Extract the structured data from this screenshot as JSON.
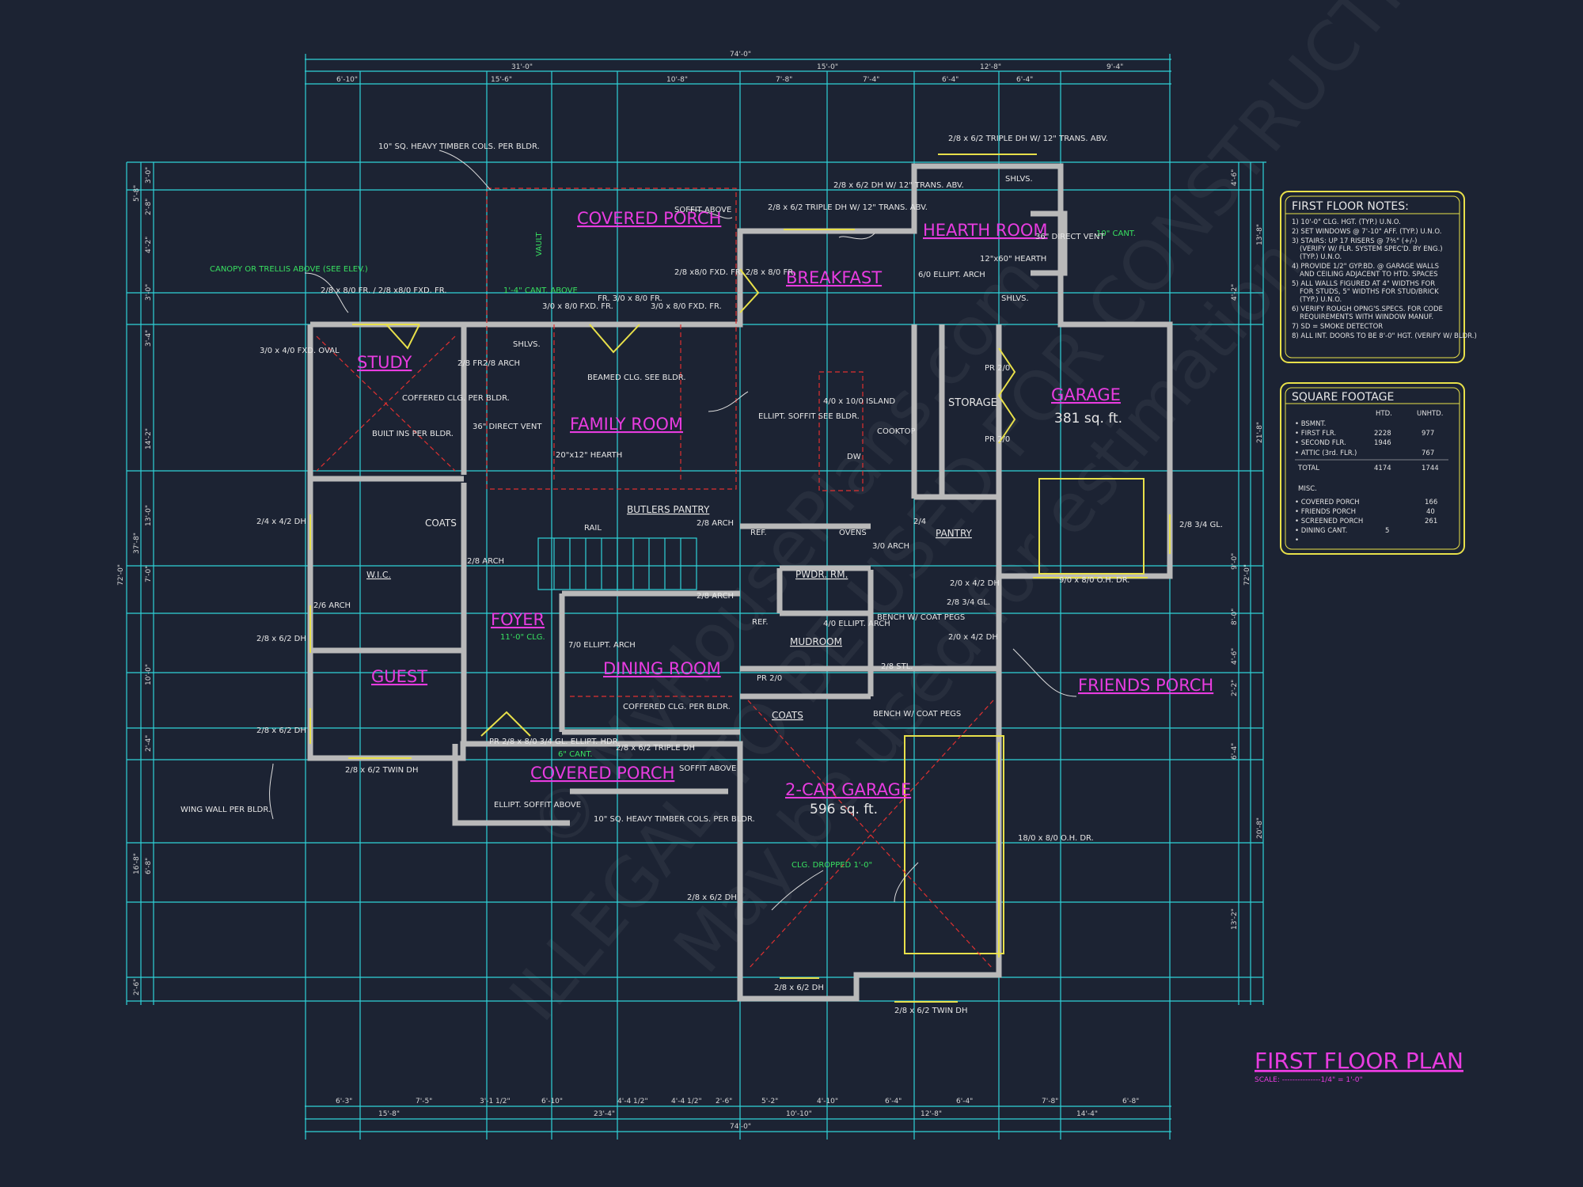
{
  "rooms": {
    "covered_porch_top": "COVERED PORCH",
    "breakfast": "BREAKFAST",
    "hearth_room": "HEARTH ROOM",
    "study": "STUDY",
    "family_room": "FAMILY ROOM",
    "garage": "GARAGE",
    "garage_area": "381 sq. ft.",
    "storage": "STORAGE",
    "pantry": "PANTRY",
    "butlers_pantry": "BUTLERS PANTRY",
    "pwdr_rm": "PWDR. RM.",
    "mudroom": "MUDROOM",
    "foyer": "FOYER",
    "dining_room": "DINING ROOM",
    "guest": "GUEST",
    "wic": "W.I.C.",
    "coats_left": "COATS",
    "coats_mud": "COATS",
    "friends_porch": "FRIENDS PORCH",
    "two_car_garage": "2-CAR GARAGE",
    "two_car_garage_area": "596 sq. ft.",
    "covered_porch_front": "COVERED PORCH"
  },
  "labels": {
    "timber_cols_top": "10\" SQ. HEAVY TIMBER COLS. PER BLDR.",
    "canopy": "CANOPY OR TRELLIS ABOVE (SEE ELEV.)",
    "fr_2_8_top": "2/8 x 8/0 FR. / 2/8 x8/0 FXD. FR.",
    "soffit_above_top": "SOFFIT ABOVE",
    "vault": "VAULT",
    "cant_1_4": "1'-4\" CANT. ABOVE",
    "fr_3_0_a": "3/0 x 8/0 FXD. FR.",
    "fr_3_0_center": "FR. 3/0 x 8/0 FR.",
    "fr_3_0_b": "3/0 x 8/0 FXD. FR.",
    "fxd_fr_2_8": "2/8 x8/0 FXD. FR. 2/8 x 8/0 FR.",
    "triple_dh_top": "2/8 x 6/2 TRIPLE DH W/ 12\" TRANS. ABV.",
    "dh_trans_breakfast": "2/8 x 6/2 DH W/ 12\" TRANS. ABV.",
    "triple_dh_breakfast": "2/8 x 6/2 TRIPLE DH W/ 12\" TRANS. ABV.",
    "shlvs_hearth": "SHLVS.",
    "cant_10": "10\" CANT.",
    "direct_vent_hearth": "36\" DIRECT VENT",
    "hearth_12x60": "12\"x60\" HEARTH",
    "ellipt_arch_6": "6/0 ELLIPT. ARCH",
    "shlvs_hearth2": "SHLVS.",
    "fxd_oval": "3/0 x 4/0 FXD. OVAL",
    "fr_2_8_study": "2/8 FR.",
    "arch_2_8_study": "2/8 ARCH",
    "shlvs_family": "SHLVS.",
    "coffered_study": "COFFERED CLG. PER BLDR.",
    "built_ins": "BUILT INS PER BLDR.",
    "direct_vent_family": "36\" DIRECT VENT",
    "beamed_clg": "BEAMED CLG. SEE BLDR.",
    "ellipt_soffit_family": "ELLIPT. SOFFIT SEE BLDR.",
    "island": "4/0 x 10/0 ISLAND",
    "cooktop": "COOKTOP",
    "dw": "DW",
    "hearth_20x12": "20\"x12\" HEARTH",
    "pr_2_0_a": "PR 2/0",
    "pr_2_0_b": "PR 2/0",
    "dh_2_4_4_2": "2/4 x 4/2 DH",
    "coats": "COATS",
    "rail": "RAIL",
    "arch_2_8_butlers": "2/8 ARCH",
    "ref_a": "REF.",
    "ovens": "OVENS",
    "arch_3_0": "3/0 ARCH",
    "pantry_2_4": "2/4",
    "arch_2_8_foyer": "2/8 ARCH",
    "dh_2_4_4_2_b": "2/0 x 4/2 DH",
    "gl_3_4": "2/8 3/4 GL.",
    "gl_3_4_garage": "2/8 3/4 GL.",
    "oh_door_9": "9/0 x 8/0 O.H. DR.",
    "arch_2_6": "2/6 ARCH",
    "dh_2_8_6_2_guest": "2/8 x 6/2 DH",
    "clg_11": "11'-0\" CLG.",
    "ellipt_arch_7": "7/0 ELLIPT. ARCH",
    "arch_2_8_mud": "2/8 ARCH",
    "ref_b": "REF.",
    "ellipt_arch_4": "4/0 ELLIPT. ARCH",
    "bench_coat_a": "BENCH W/ COAT PEGS",
    "dh_2_0_4_2": "2/0 x 4/2 DH",
    "pr_2_0_mud": "PR 2/0",
    "stl": "2/8 STL.",
    "coffered_dining": "COFFERED CLG. PER BLDR.",
    "bench_coat_b": "BENCH W/ COAT PEGS",
    "dh_2_8_6_2_guest2": "2/8 x 6/2 DH",
    "pr_ellipt_hdr": "PR 2/8 x 8/0 3/4 GL. ELLIPT. HDR.",
    "cant_6": "6\" CANT.",
    "triple_dh_front": "2/8 x 6/2 TRIPLE DH",
    "soffit_above_front": "SOFFIT ABOVE",
    "twin_dh_guest": "2/8 x 6/2 TWIN DH",
    "wing_wall": "WING WALL PER BLDR.",
    "ellipt_soffit_front": "ELLIPT. SOFFIT ABOVE",
    "timber_cols_front": "10\" SQ. HEAVY TIMBER COLS. PER BLDR.",
    "clg_dropped": "CLG. DROPPED 1'-0\"",
    "oh_door_18": "18/0 x 8/0 O.H. DR.",
    "dh_2_8_6_2_garage": "2/8 x 6/2 DH",
    "dh_2_8_6_2_bottom": "2/8 x 6/2 DH",
    "twin_dh_bottom": "2/8 x 6/2 TWIN DH"
  },
  "dimensions": {
    "top_overall": "74'-0\"",
    "top_row2": [
      "31'-0\"",
      "15'-0\"",
      "12'-8\"",
      "9'-4\""
    ],
    "top_row3": [
      "6'-10\"",
      "15'-6\"",
      "10'-8\"",
      "7'-8\"",
      "7'-4\"",
      "6'-4\"",
      "6'-4\""
    ],
    "bottom_overall": "74'-0\"",
    "bottom_row2": [
      "15'-8\"",
      "23'-4\"",
      "10'-10\"",
      "12'-8\"",
      "14'-4\""
    ],
    "bottom_row1": [
      "6'-3\"",
      "7'-5\"",
      "3'-1 1/2\"",
      "6'-10\"",
      "4'-4 1/2\"",
      "4'-4 1/2\"",
      "2'-6\"",
      "5'-2\"",
      "4'-10\"",
      "6'-4\"",
      "6'-4\"",
      "7'-8\"",
      "6'-8\""
    ],
    "left_overall": "72'-0\"",
    "left_row": [
      "5'-8\"",
      "3'-0\"",
      "2'-8\"",
      "4'-2\"",
      "3'-0\"",
      "3'-4\"",
      "14'-2\"",
      "37'-8\"",
      "13'-0\"",
      "7'-0\"",
      "10'-0\"",
      "2'-4\"",
      "6'-8\"",
      "16'-8\"",
      "2'-6\""
    ],
    "right_overall": "72'-0\"",
    "right_row": [
      "4'-6\"",
      "13'-8\"",
      "4'-2\"",
      "21'-8\"",
      "9'-0\"",
      "8'-0\"",
      "4'-6\"",
      "2'-2\"",
      "6'-4\"",
      "20'-8\"",
      "13'-2\""
    ]
  },
  "notes_panel": {
    "title": "FIRST FLOOR NOTES:",
    "items": [
      "1) 10'-0\" CLG. HGT. (TYP.) U.N.O.",
      "2) SET WINDOWS @ 7'-10\" AFF. (TYP.) U.N.O.",
      "3) STAIRS: UP 17 RISERS @ 7⅗\" (+/-)",
      "(VERIFY W/ FLR. SYSTEM SPEC'D. BY ENG.)",
      "(TYP.) U.N.O.",
      "4) PROVIDE 1/2\" GYP.BD. @ GARAGE WALLS",
      "AND CEILING ADJACENT TO HTD. SPACES",
      "5) ALL WALLS FIGURED AT 4\" WIDTHS FOR",
      "FOR STUDS, 5\" WIDTHS FOR STUD/BRICK",
      "(TYP.) U.N.O.",
      "6) VERIFY ROUGH OPNG'S.SPECS. FOR CODE",
      "REQUIREMENTS WITH WINDOW MANUF.",
      "7) SD = SMOKE DETECTOR",
      "8) ALL INT. DOORS TO BE 8'-0\" HGT. (VERIFY W/ BLDR.)"
    ]
  },
  "sqft_panel": {
    "title": "SQUARE FOOTAGE",
    "col_htd": "HTD.",
    "col_unhtd": "UNHTD.",
    "rows": [
      {
        "label": "• BSMNT.",
        "htd": "",
        "unhtd": ""
      },
      {
        "label": "• FIRST FLR.",
        "htd": "2228",
        "unhtd": "977"
      },
      {
        "label": "• SECOND FLR.",
        "htd": "1946",
        "unhtd": ""
      },
      {
        "label": "• ATTIC (3rd. FLR.)",
        "htd": "",
        "unhtd": "767"
      },
      {
        "label": "TOTAL",
        "htd": "4174",
        "unhtd": "1744"
      }
    ],
    "misc_title": "MISC.",
    "misc_rows": [
      {
        "label": "• COVERED PORCH",
        "value": "166"
      },
      {
        "label": "• FRIENDS PORCH",
        "value": "40"
      },
      {
        "label": "• SCREENED PORCH",
        "value": "261"
      },
      {
        "label": "• DINING CANT.",
        "value": "5"
      },
      {
        "label": "•",
        "value": ""
      }
    ]
  },
  "plan_title": "FIRST FLOOR PLAN",
  "plan_scale": "SCALE: ---------------1/4\" = 1'-0\"",
  "watermark": [
    "© MyHousePlans.com",
    "ILLEGAL TO BE USED FOR CONSTRUCTION",
    "May be used for estimation"
  ],
  "colors": {
    "background": "#1c2333",
    "dimension_lines": "#2fd3d8",
    "room_labels": "#e83ce0",
    "walls": "#b9b9b9",
    "callouts_green": "#38e060",
    "windows_yellow": "#e8e04a",
    "beams_red": "#e03030"
  }
}
